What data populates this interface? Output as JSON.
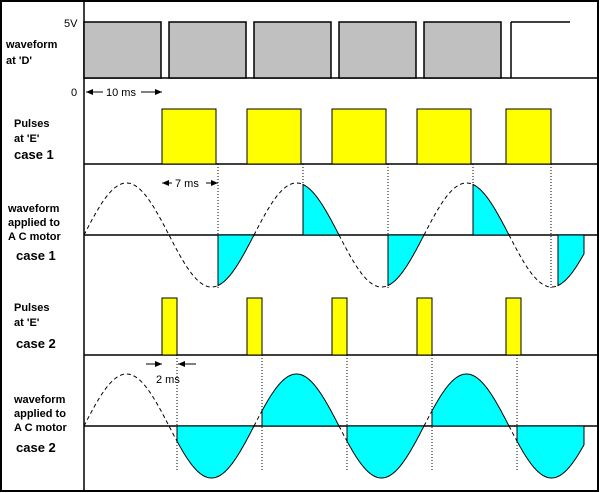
{
  "labels": {
    "v5": "5V",
    "zero": "0",
    "t10": "10 ms",
    "t7": "7 ms",
    "t2": "2 ms",
    "d_line1": "waveform",
    "d_line2": "at  'D'",
    "p1_line1": "Pulses",
    "p1_line2": "at 'E'",
    "p1_line3": "case 1",
    "w1_line1": "waveform",
    "w1_line2": "applied to",
    "w1_line3": "A C motor",
    "w1_line4": "case 1",
    "p2_line1": "Pulses",
    "p2_line2": "at 'E'",
    "p2_line3": "case 2",
    "w2_line1": "waveform",
    "w2_line2": "applied to",
    "w2_line3": "A C motor",
    "w2_line4": "case 2"
  },
  "colors": {
    "gray_pulse": "#c0c0c0",
    "yellow_pulse": "#ffff00",
    "cyan_fill": "#00ffff",
    "frame": "#000000"
  }
}
